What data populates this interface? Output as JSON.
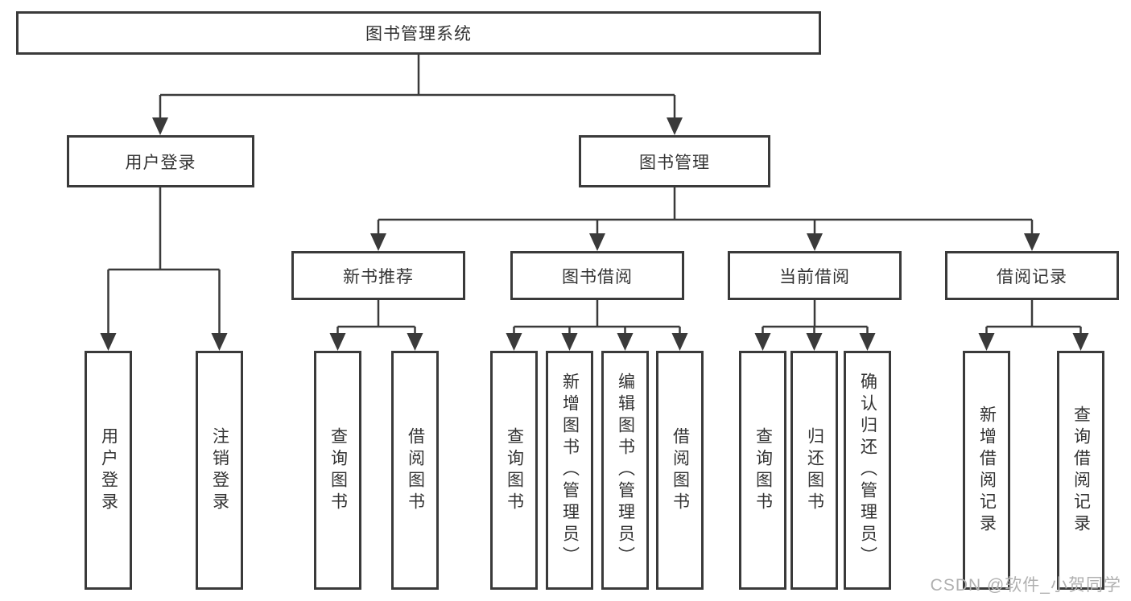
{
  "diagram": {
    "root": {
      "label": "图书管理系统"
    },
    "branches": [
      {
        "label": "用户登录",
        "children": [
          {
            "label": "用户登录"
          },
          {
            "label": "注销登录"
          }
        ]
      },
      {
        "label": "图书管理",
        "children": [
          {
            "label": "新书推荐",
            "children": [
              {
                "label": "查询图书"
              },
              {
                "label": "借阅图书"
              }
            ]
          },
          {
            "label": "图书借阅",
            "children": [
              {
                "label": "查询图书"
              },
              {
                "label": "新增图书（管理员）"
              },
              {
                "label": "编辑图书（管理员）"
              },
              {
                "label": "借阅图书"
              }
            ]
          },
          {
            "label": "当前借阅",
            "children": [
              {
                "label": "查询图书"
              },
              {
                "label": "归还图书"
              },
              {
                "label": "确认归还（管理员）"
              }
            ]
          },
          {
            "label": "借阅记录",
            "children": [
              {
                "label": "新增借阅记录"
              },
              {
                "label": "查询借阅记录"
              }
            ]
          }
        ]
      }
    ]
  },
  "watermark": "CSDN @软件_小贺同学",
  "colors": {
    "line": "#3a3a3a",
    "background": "#ffffff",
    "watermark": "#b0b0b0"
  }
}
